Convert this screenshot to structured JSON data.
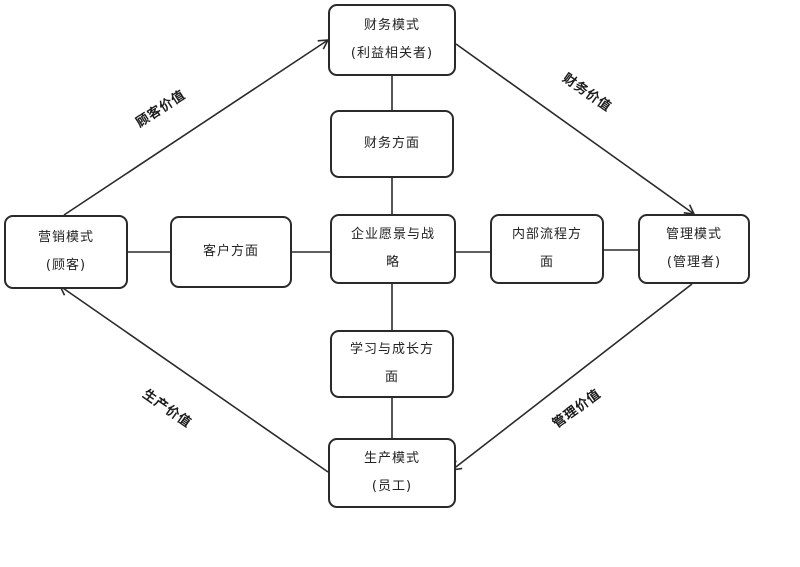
{
  "nodes": {
    "finance_mode": {
      "line1": "财务模式",
      "line2": "(利益相关者)"
    },
    "finance_aspect": {
      "line1": "财务方面"
    },
    "marketing_mode": {
      "line1": "营销模式",
      "line2": "(顾客)"
    },
    "customer_aspect": {
      "line1": "客户方面"
    },
    "vision_strategy": {
      "line1": "企业愿景与战",
      "line2": "略"
    },
    "internal_process": {
      "line1": "内部流程方",
      "line2": "面"
    },
    "management_mode": {
      "line1": "管理模式",
      "line2": "(管理者)"
    },
    "learning_growth": {
      "line1": "学习与成长方",
      "line2": "面"
    },
    "production_mode": {
      "line1": "生产模式",
      "line2": "(员工)"
    }
  },
  "edge_labels": {
    "customer_value": "顾客价值",
    "finance_value": "财务价值",
    "production_value": "生产价值",
    "management_value": "管理价值"
  },
  "colors": {
    "stroke": "#2a2a2a",
    "background": "#ffffff",
    "text": "#222222"
  }
}
